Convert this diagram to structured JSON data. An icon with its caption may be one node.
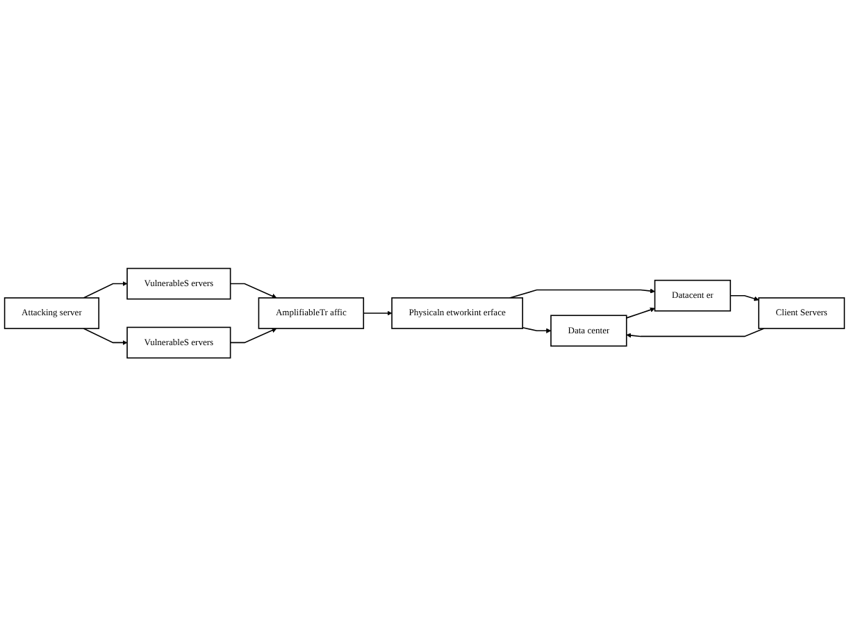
{
  "diagram": {
    "nodes": [
      {
        "text": [
          "Attacking server"
        ]
      },
      {
        "text": [
          "VulnerableS ervers"
        ]
      },
      {
        "text": [
          "VulnerableS ervers"
        ]
      },
      {
        "text": [
          "AmplifiableTr affic"
        ]
      },
      {
        "text": [
          "Physicaln etworkint erface"
        ]
      },
      {
        "text": [
          "Data center"
        ]
      },
      {
        "text": [
          "Datacent er"
        ]
      },
      {
        "text": [
          "Client Servers"
        ]
      }
    ],
    "edges": [
      {
        "from": 0,
        "to": 1,
        "arrow": "to"
      },
      {
        "from": 0,
        "to": 2,
        "arrow": "to"
      },
      {
        "from": 1,
        "to": 3,
        "arrow": "to"
      },
      {
        "from": 2,
        "to": 3,
        "arrow": "to"
      },
      {
        "from": 3,
        "to": 4,
        "arrow": "to"
      },
      {
        "from": 4,
        "to": 5,
        "arrow": "to"
      },
      {
        "from": 4,
        "to": 6,
        "arrow": "to"
      },
      {
        "from": 5,
        "to": 6,
        "arrow": "to"
      },
      {
        "from": 6,
        "to": 7,
        "arrow": "to"
      },
      {
        "from": 7,
        "to": 5,
        "arrow": "to"
      }
    ]
  }
}
